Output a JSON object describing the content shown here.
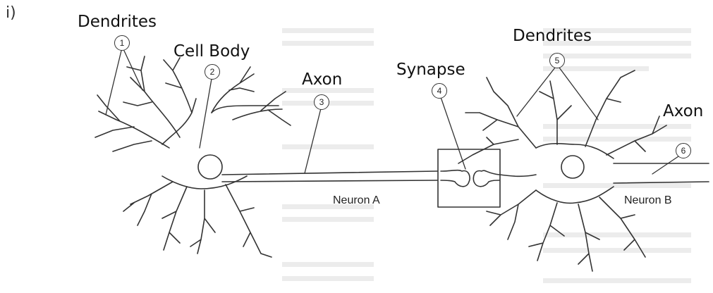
{
  "part_label": "i)",
  "labels": {
    "dendrites_a": "Dendrites",
    "cell_body": "Cell Body",
    "axon_a": "Axon",
    "synapse": "Synapse",
    "dendrites_b": "Dendrites",
    "axon_b": "Axon"
  },
  "neuron_names": {
    "a": "Neuron A",
    "b": "Neuron B"
  },
  "markers": [
    "1",
    "2",
    "3",
    "4",
    "5",
    "6"
  ]
}
